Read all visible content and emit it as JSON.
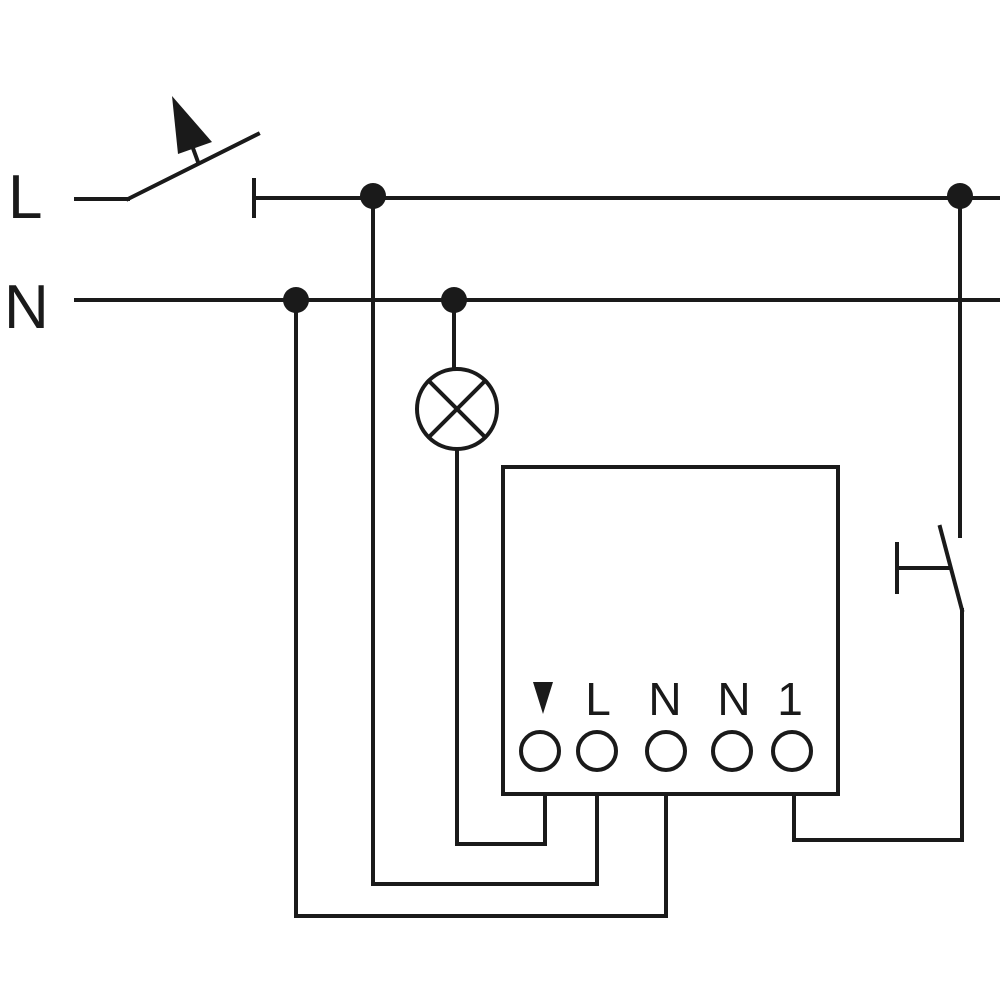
{
  "lines": {
    "line_label": "L",
    "neutral_label": "N"
  },
  "device": {
    "terminals": [
      {
        "label": "",
        "symbol": "down-triangle-icon"
      },
      {
        "label": "L"
      },
      {
        "label": "N"
      },
      {
        "label": "N"
      },
      {
        "label": "1"
      }
    ]
  },
  "colors": {
    "ink": "#1a1a1a",
    "background": "#ffffff"
  }
}
